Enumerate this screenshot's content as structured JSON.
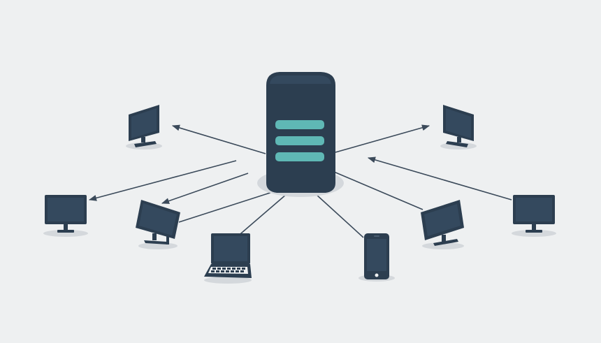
{
  "diagram": {
    "type": "client-server network",
    "colors": {
      "background": "#eef0f1",
      "device_body": "#2c3e50",
      "device_screen": "#34495e",
      "accent_teal": "#5fb8b5",
      "shadow": "#d4d8dc",
      "connector": "#3b4a5a"
    },
    "hub": {
      "icon": "server-tower-icon"
    },
    "devices": [
      {
        "id": "monitor-top-left",
        "icon": "desktop-monitor-icon",
        "arrow": "to-device"
      },
      {
        "id": "monitor-far-left",
        "icon": "desktop-monitor-icon",
        "arrow": "to-device"
      },
      {
        "id": "monitor-angled-left",
        "icon": "desktop-monitor-icon",
        "arrow": "to-device"
      },
      {
        "id": "laptop-bottom-left",
        "icon": "laptop-icon",
        "arrow": "none"
      },
      {
        "id": "smartphone-bottom",
        "icon": "smartphone-icon",
        "arrow": "none"
      },
      {
        "id": "monitor-angled-right",
        "icon": "desktop-monitor-icon",
        "arrow": "none"
      },
      {
        "id": "monitor-top-right",
        "icon": "desktop-monitor-icon",
        "arrow": "to-device"
      },
      {
        "id": "monitor-far-right",
        "icon": "desktop-monitor-icon",
        "arrow": "to-hub"
      }
    ]
  }
}
